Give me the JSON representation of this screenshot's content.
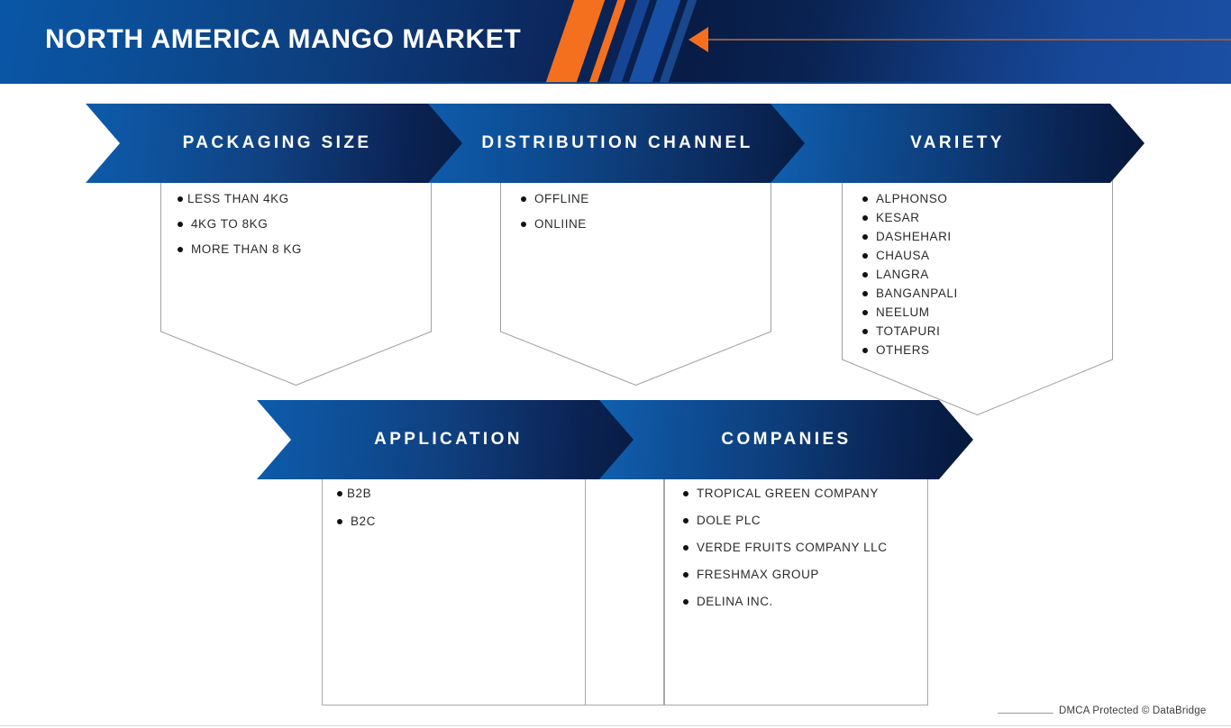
{
  "header": {
    "title": "NORTH AMERICA MANGO MARKET",
    "accent_orange": "#f4701f",
    "navy": "#081c46",
    "blue": "#0a56a6",
    "arrow_icon": "left-arrow-icon"
  },
  "sections": [
    {
      "id": "packaging-size",
      "label": "PACKAGING SIZE",
      "items": [
        "LESS THAN 4KG",
        "4KG TO 8KG",
        "MORE THAN 8 KG"
      ]
    },
    {
      "id": "distribution-channel",
      "label": "DISTRIBUTION CHANNEL",
      "items": [
        "OFFLINE",
        "ONLIINE"
      ]
    },
    {
      "id": "variety",
      "label": "VARIETY",
      "items": [
        "ALPHONSO",
        "KESAR",
        "DASHEHARI",
        "CHAUSA",
        "LANGRA",
        "BANGANPALI",
        "NEELUM",
        "TOTAPURI",
        "OTHERS"
      ]
    },
    {
      "id": "application",
      "label": "APPLICATION",
      "items": [
        "B2B",
        "B2C"
      ]
    },
    {
      "id": "companies",
      "label": "COMPANIES",
      "items": [
        "TROPICAL GREEN COMPANY",
        "DOLE PLC",
        "VERDE FRUITS COMPANY LLC",
        "FRESHMAX GROUP",
        "DELINA INC."
      ]
    }
  ],
  "footer": {
    "text": "DMCA Protected © DataBridge"
  }
}
